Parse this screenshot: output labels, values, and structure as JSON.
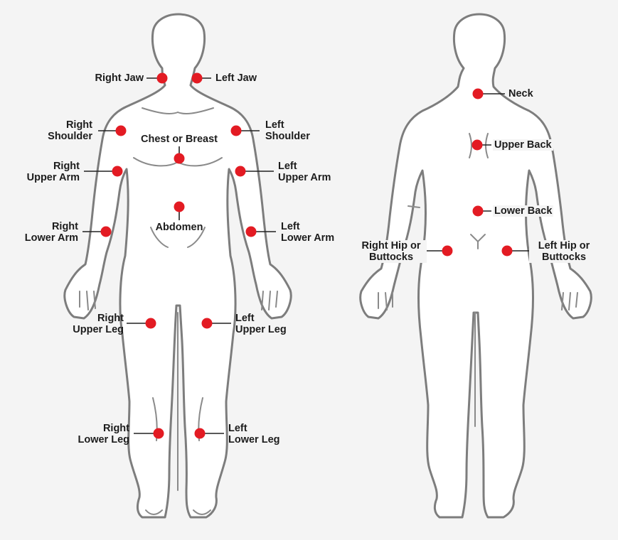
{
  "colors": {
    "marker": "#e31b23",
    "outline": "#7d7d7d",
    "background": "#f4f4f4"
  },
  "front": {
    "right_jaw": [
      "Right Jaw"
    ],
    "left_jaw": [
      "Left Jaw"
    ],
    "right_shoulder": [
      "Right",
      "Shoulder"
    ],
    "left_shoulder": [
      "Left",
      "Shoulder"
    ],
    "chest_or_breast": [
      "Chest or Breast"
    ],
    "right_upper_arm": [
      "Right",
      "Upper Arm"
    ],
    "left_upper_arm": [
      "Left",
      "Upper Arm"
    ],
    "abdomen": [
      "Abdomen"
    ],
    "right_lower_arm": [
      "Right",
      "Lower Arm"
    ],
    "left_lower_arm": [
      "Left",
      "Lower Arm"
    ],
    "right_upper_leg": [
      "Right",
      "Upper Leg"
    ],
    "left_upper_leg": [
      "Left",
      "Upper Leg"
    ],
    "right_lower_leg": [
      "Right",
      "Lower Leg"
    ],
    "left_lower_leg": [
      "Left",
      "Lower Leg"
    ]
  },
  "back": {
    "neck": [
      "Neck"
    ],
    "upper_back": [
      "Upper Back"
    ],
    "lower_back": [
      "Lower Back"
    ],
    "right_hip_or_buttocks": [
      "Right Hip or",
      "Buttocks"
    ],
    "left_hip_or_buttocks": [
      "Left Hip or",
      "Buttocks"
    ]
  }
}
